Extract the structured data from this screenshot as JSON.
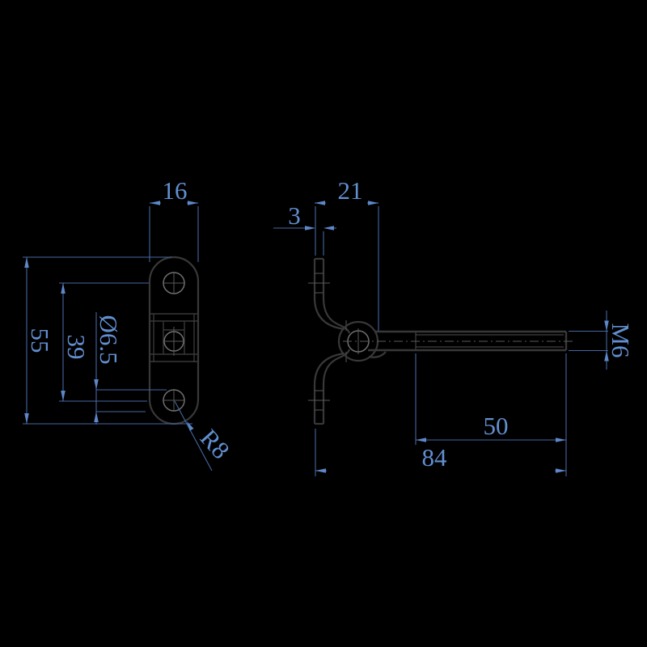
{
  "drawing": {
    "front": {
      "width": "16",
      "height": "55",
      "hole_spacing": "39",
      "hole_diameter": "Ø6.5",
      "corner_radius": "R8"
    },
    "side": {
      "thickness": "3",
      "eye_offset": "21",
      "thread_length": "50",
      "overall_length": "84",
      "thread_size": "M6"
    },
    "colors": {
      "background": "#000000",
      "dimension_line": "#46679f",
      "dimension_accent": "#5d87c8",
      "dimension_text": "#628fd0",
      "part_outline": "#383838",
      "part_detail": "#6f6f6f",
      "part_hidden": "#4f4f4f",
      "centerline": "#585858"
    }
  }
}
